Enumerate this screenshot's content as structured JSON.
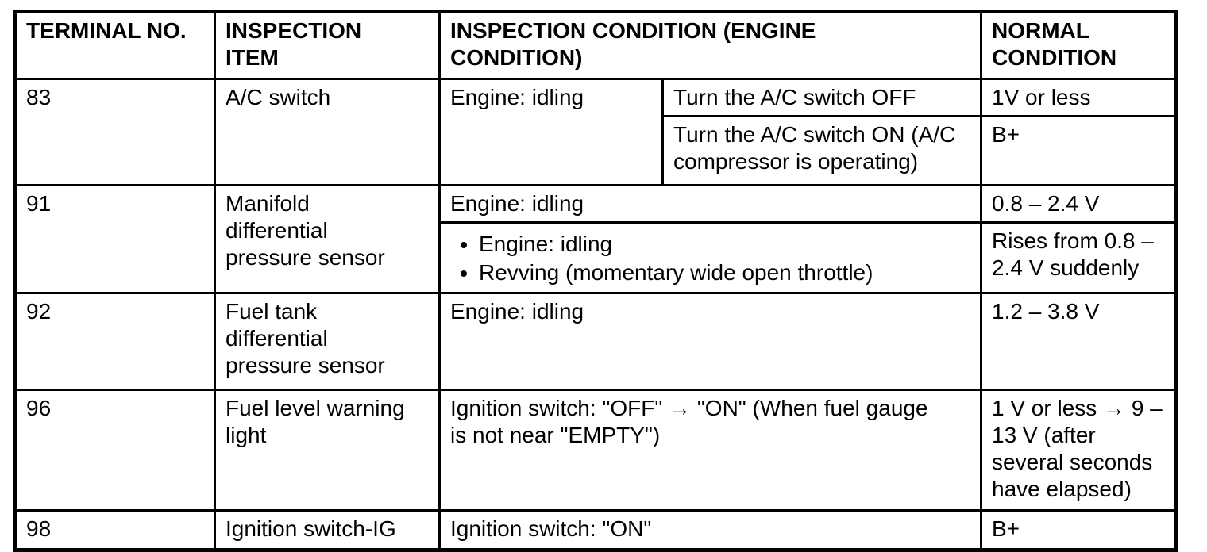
{
  "table": {
    "header": {
      "terminal": "TERMINAL NO.",
      "item_lines": [
        "INSPECTION",
        "ITEM"
      ],
      "condition_lines": [
        "INSPECTION CONDITION (ENGINE",
        "CONDITION)"
      ],
      "normal_lines": [
        "NORMAL",
        "CONDITION"
      ]
    },
    "row83": {
      "terminal": "83",
      "item": "A/C switch",
      "engine_condition": "Engine: idling",
      "sub_off": {
        "condition": "Turn the A/C switch OFF",
        "normal": "1V or less"
      },
      "sub_on": {
        "condition_lines": [
          "Turn the A/C switch ON (A/C",
          "compressor is operating)"
        ],
        "normal": "B+"
      }
    },
    "row91": {
      "terminal": "91",
      "item_lines": [
        "Manifold",
        "differential",
        "pressure sensor"
      ],
      "sub_idling": {
        "condition": "Engine: idling",
        "normal": "0.8 – 2.4 V"
      },
      "sub_revving": {
        "bullets": [
          "Engine: idling",
          "Revving (momentary wide open throttle)"
        ],
        "normal_lines": [
          "Rises from 0.8 –",
          "2.4 V suddenly"
        ]
      }
    },
    "row92": {
      "terminal": "92",
      "item_lines": [
        "Fuel tank",
        "differential",
        "pressure sensor"
      ],
      "condition": "Engine: idling",
      "normal": "1.2 – 3.8 V"
    },
    "row96": {
      "terminal": "96",
      "item_lines": [
        "Fuel level warning",
        "light"
      ],
      "condition_lines": [
        "Ignition switch: \"OFF\" → \"ON\" (When fuel gauge",
        "is not near \"EMPTY\")"
      ],
      "normal_lines": [
        "1 V or less → 9 –",
        "13 V (after",
        "several seconds",
        "have elapsed)"
      ]
    },
    "row98": {
      "terminal": "98",
      "item": "Ignition switch-IG",
      "condition": "Ignition switch: \"ON\"",
      "normal": "B+"
    }
  }
}
